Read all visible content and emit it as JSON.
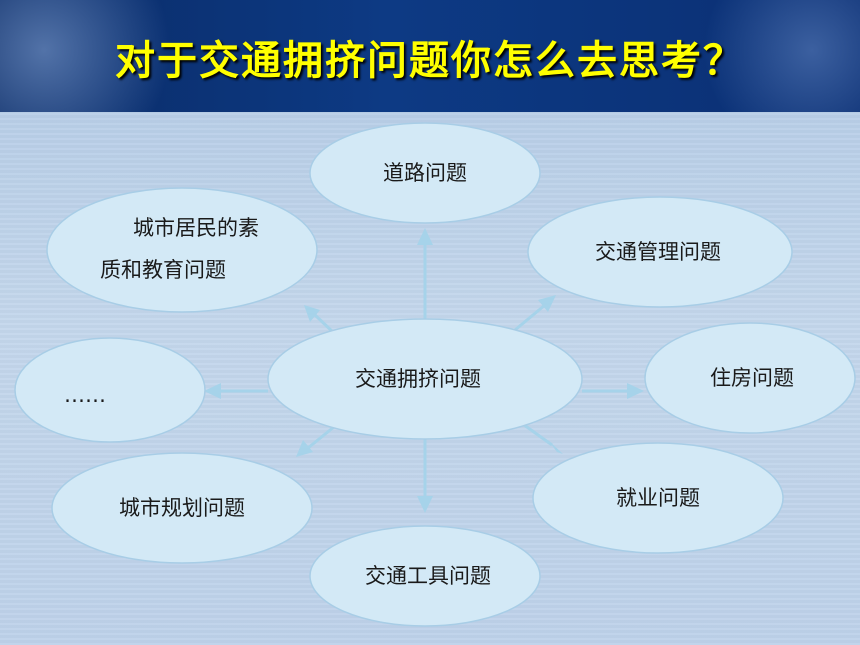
{
  "title": "对于交通拥挤问题你怎么去思考？",
  "center": {
    "label": "交通拥挤问题"
  },
  "nodes": [
    {
      "id": "road",
      "lines": [
        "道路问题"
      ]
    },
    {
      "id": "traffic-management",
      "lines": [
        "交通管理问题"
      ]
    },
    {
      "id": "housing",
      "lines": [
        "住房问题"
      ]
    },
    {
      "id": "employment",
      "lines": [
        "就业问题"
      ]
    },
    {
      "id": "vehicles",
      "lines": [
        "交通工具问题"
      ]
    },
    {
      "id": "urban-planning",
      "lines": [
        "城市规划问题"
      ]
    },
    {
      "id": "ellipsis",
      "lines": [
        "……"
      ]
    },
    {
      "id": "citizen-education",
      "lines": [
        "城市居民的素",
        "质和教育问题"
      ]
    }
  ],
  "colors": {
    "title_text": "#ffff00",
    "header_bg": "#0d3a84",
    "panel_bg": "#c0d4ea",
    "node_fill": "#d3e9f6",
    "arrow": "#a6d3ea"
  }
}
